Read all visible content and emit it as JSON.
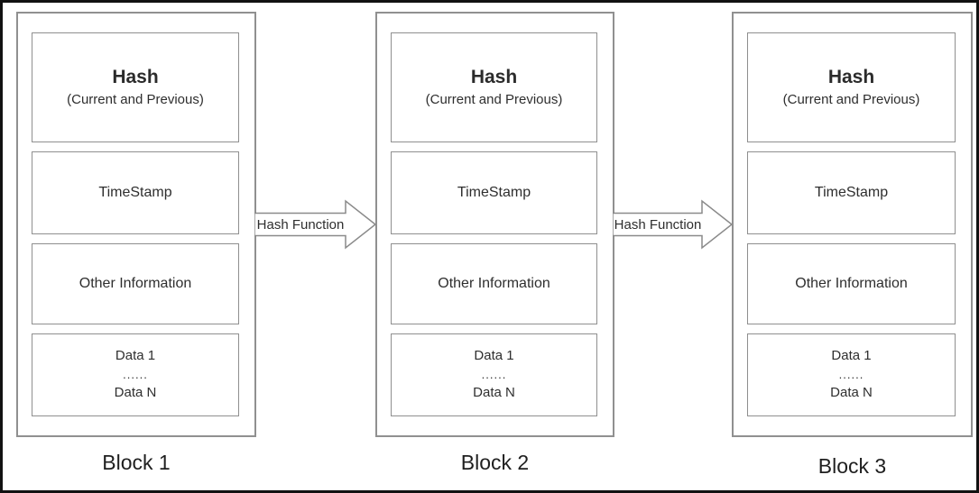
{
  "colors": {
    "frame": "#111111",
    "box_border": "#8f8f8f",
    "text": "#2e2e2e",
    "background": "#ffffff"
  },
  "blocks": [
    {
      "label": "Block 1",
      "hash_title": "Hash",
      "hash_subtitle": "(Current and Previous)",
      "timestamp": "TimeStamp",
      "other_information": "Other Information",
      "data_first": "Data 1",
      "data_ellipsis": "......",
      "data_last": "Data N"
    },
    {
      "label": "Block 2",
      "hash_title": "Hash",
      "hash_subtitle": "(Current and Previous)",
      "timestamp": "TimeStamp",
      "other_information": "Other Information",
      "data_first": "Data 1",
      "data_ellipsis": "......",
      "data_last": "Data N"
    },
    {
      "label": "Block 3",
      "hash_title": "Hash",
      "hash_subtitle": "(Current and Previous)",
      "timestamp": "TimeStamp",
      "other_information": "Other Information",
      "data_first": "Data 1",
      "data_ellipsis": "......",
      "data_last": "Data N"
    }
  ],
  "arrows": [
    {
      "label": "Hash Function"
    },
    {
      "label": "Hash Function"
    }
  ]
}
